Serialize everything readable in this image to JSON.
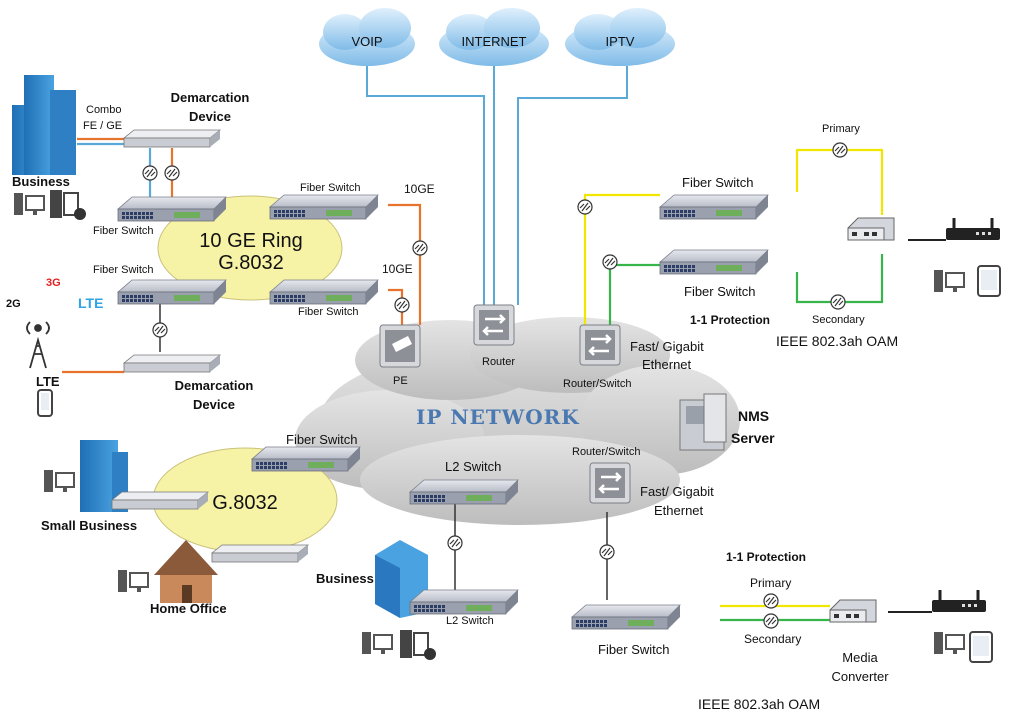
{
  "clouds": {
    "voip": "VOIP",
    "internet": "INTERNET",
    "iptv": "IPTV"
  },
  "core": {
    "title": "IP NETWORK",
    "router": "Router",
    "pe": "PE",
    "router_switch_top": "Router/Switch",
    "router_switch_bottom": "Router/Switch"
  },
  "top_left": {
    "business": "Business",
    "combo_line1": "Combo",
    "combo_line2": "FE / GE",
    "demarcation_1_line1": "Demarcation",
    "demarcation_1_line2": "Device",
    "fiber_switch_a": "Fiber Switch",
    "fiber_switch_b": "Fiber Switch",
    "fiber_switch_c": "Fiber Switch",
    "fiber_switch_d": "Fiber Switch",
    "ring_line1": "10 GE Ring",
    "ring_line2": "G.8032",
    "tenge_1": "10GE",
    "tenge_2": "10GE",
    "g2": "2G",
    "g3": "3G",
    "lte_badge": "LTE",
    "lte": "LTE",
    "demarcation_2_line1": "Demarcation",
    "demarcation_2_line2": "Device"
  },
  "top_right": {
    "primary": "Primary",
    "fiber_switch_1": "Fiber Switch",
    "fiber_switch_2": "Fiber Switch",
    "protection": "1-1 Protection",
    "secondary": "Secondary",
    "oam": "IEEE 802.3ah OAM",
    "fast_line1": "Fast/ Gigabit",
    "fast_line2": "Ethernet"
  },
  "middle": {
    "nms_line1": "NMS",
    "nms_line2": "Server"
  },
  "bottom_left": {
    "fiber_switch": "Fiber Switch",
    "ring": "G.8032",
    "small_business": "Small Business",
    "home_office": "Home Office",
    "l2_switch_1": "L2 Switch",
    "business": "Business",
    "l2_switch_2": "L2 Switch"
  },
  "bottom_right": {
    "fast_line1": "Fast/ Gigabit",
    "fast_line2": "Ethernet",
    "protection": "1-1 Protection",
    "primary": "Primary",
    "secondary": "Secondary",
    "fiber_switch": "Fiber Switch",
    "media_line1": "Media",
    "media_line2": "Converter",
    "oam": "IEEE 802.3ah OAM"
  },
  "colors": {
    "internet_link": "#5aa9d8",
    "access_link": "#e8732c",
    "primary_link": "#f0e600",
    "secondary_link": "#38b54a",
    "ring_fill": "#f7f3a6",
    "cloud": "#c7c7c7",
    "service_cloud": "#8ec5ef"
  }
}
